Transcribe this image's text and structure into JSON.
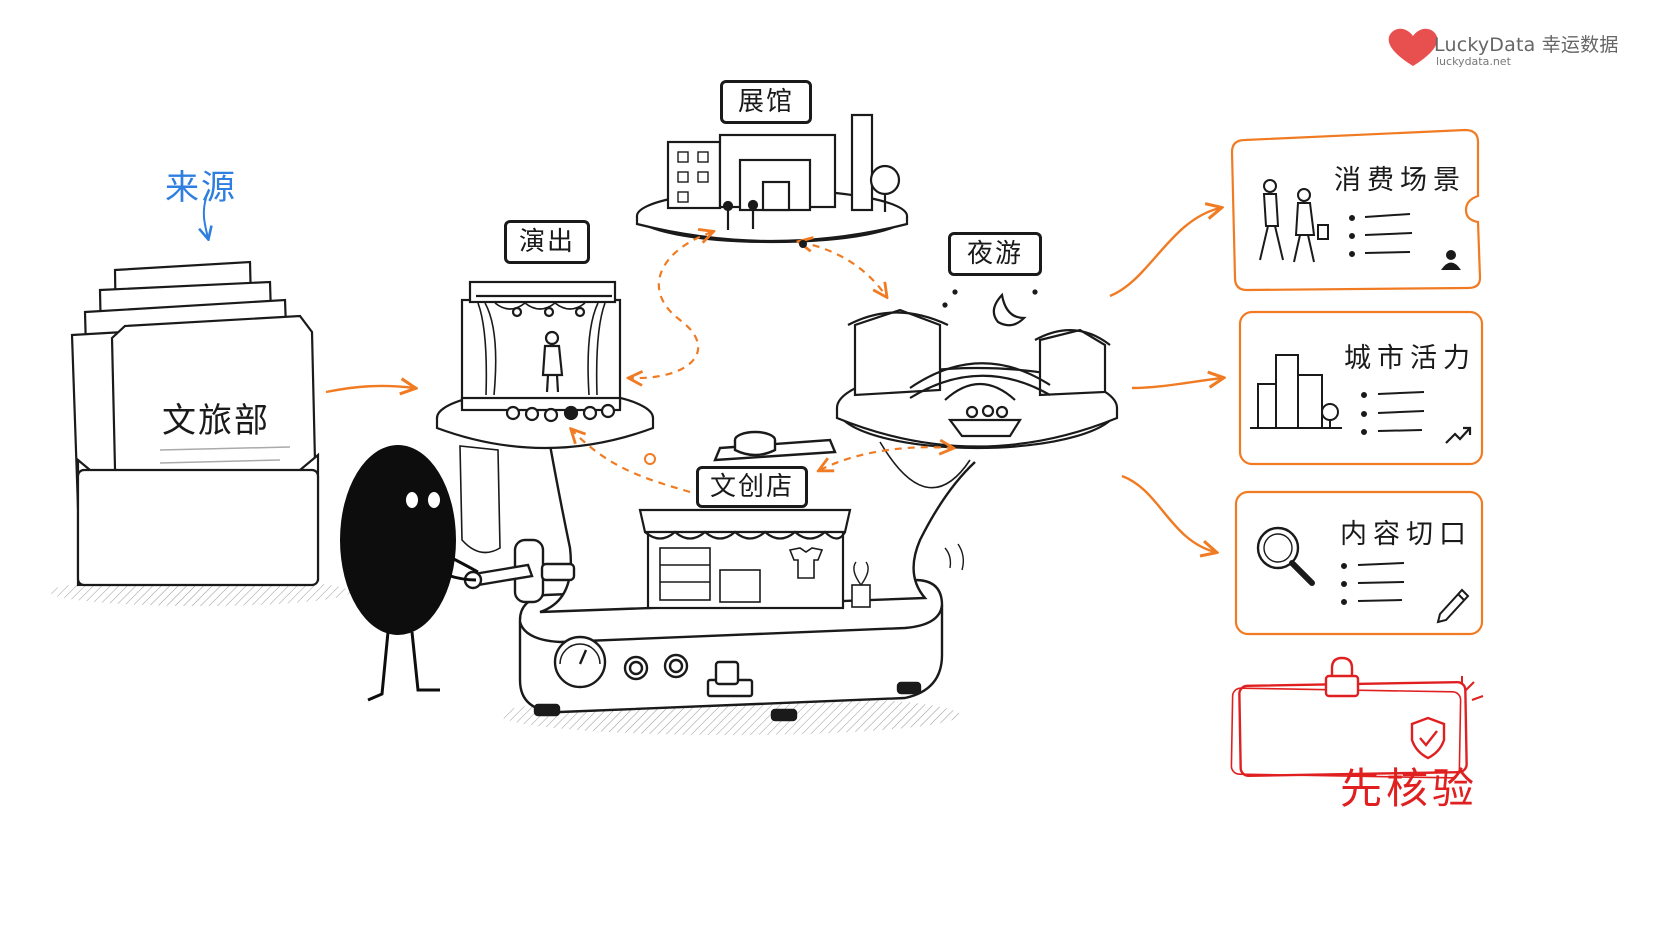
{
  "brand": {
    "name": "LuckyData 幸运数据",
    "url": "luckydata.net",
    "heart_color": "#e8504f"
  },
  "source": {
    "label": "来源",
    "folder_label": "文旅部",
    "accent": "#2f7fe0"
  },
  "machine": {
    "platforms": {
      "performance": "演出",
      "exhibition": "展馆",
      "night_tour": "夜游",
      "creative_shop": "文创店"
    }
  },
  "outputs": {
    "cards": [
      {
        "title": "消费场景",
        "icon": "user-icon"
      },
      {
        "title": "城市活力",
        "icon": "trend-up-icon"
      },
      {
        "title": "内容切口",
        "icon": "pencil-icon"
      }
    ],
    "accent": "#f07b22"
  },
  "verify": {
    "label": "先核验",
    "color": "#e02020"
  }
}
